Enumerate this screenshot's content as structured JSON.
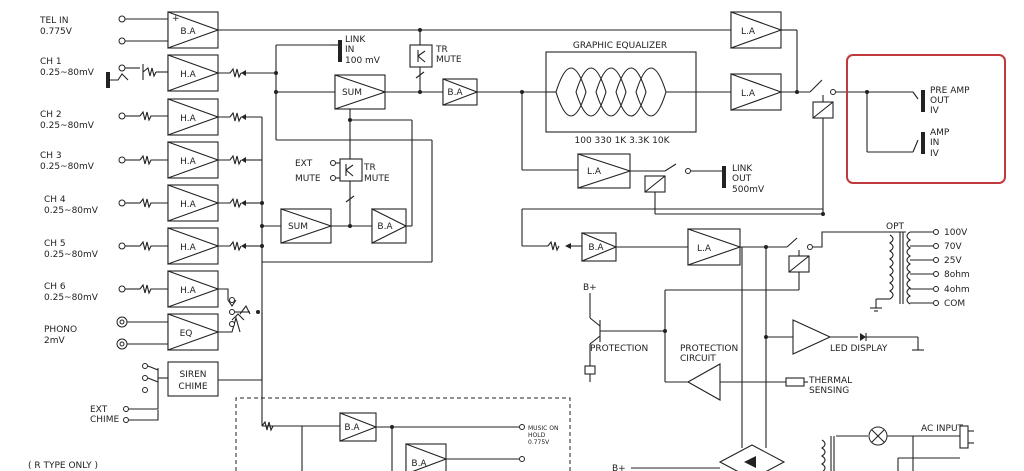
{
  "inputs": {
    "tel_in": [
      "TEL IN",
      "0.775V"
    ],
    "ch1": [
      "CH 1",
      "0.25~80mV"
    ],
    "ch2": [
      "CH 2",
      "0.25~80mV"
    ],
    "ch3": [
      "CH 3",
      "0.25~80mV"
    ],
    "ch4": [
      "CH 4",
      "0.25~80mV"
    ],
    "ch5": [
      "CH 5",
      "0.25~80mV"
    ],
    "ch6": [
      "CH 6",
      "0.25~80mV"
    ],
    "phono": [
      "PHONO",
      "2mV"
    ],
    "ext_chime": [
      "EXT",
      "CHIME"
    ],
    "ext_mute": [
      "EXT",
      "MUTE"
    ]
  },
  "blocks": {
    "ba": "B.A",
    "ha": "H.A",
    "eq": "EQ",
    "sum": "SUM",
    "la": "L.A",
    "siren_chime": [
      "SIREN",
      "CHIME"
    ]
  },
  "labels": {
    "link_in": [
      "LINK",
      "IN",
      "100 mV"
    ],
    "tr_mute": [
      "TR",
      "MUTE"
    ],
    "graphic_equalizer": "GRAPHIC EQUALIZER",
    "eq_freqs": "100 330 1K 3.3K 10K",
    "link_out": [
      "LINK",
      "OUT",
      "500mV"
    ],
    "pre_amp_out": [
      "PRE AMP",
      "OUT",
      "IV"
    ],
    "amp_in": [
      "AMP",
      "IN",
      "IV"
    ],
    "opt": "OPT",
    "outputs": [
      "100V",
      "70V",
      "25V",
      "8ohm",
      "4ohm",
      "COM"
    ],
    "b_plus": "B+",
    "protection": "PROTECTION",
    "protection_circuit": [
      "PROTECTION",
      "CIRCUIT"
    ],
    "led_display": "LED DISPLAY",
    "thermal_sensing": [
      "THERMAL",
      "SENSING"
    ],
    "music_on_hold": [
      "MUSIC ON",
      "HOLD",
      "0.775V"
    ],
    "ac_input": "AC INPUT",
    "r_type_only": "( R TYPE ONLY )"
  },
  "colors": {
    "line": "#222222",
    "highlight": "#c0393b",
    "background": "#ffffff"
  }
}
